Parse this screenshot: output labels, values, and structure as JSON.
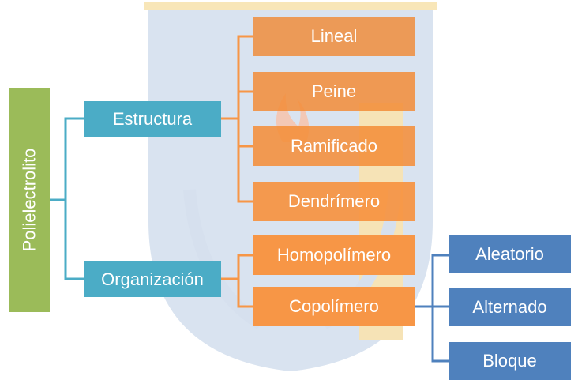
{
  "colors": {
    "root": "#9bbb59",
    "level1": "#4bacc6",
    "level2": "#f79646",
    "level3": "#4f81bd",
    "watermark_blue": "#d4dfee",
    "watermark_gold": "#f7e3b4",
    "watermark_red": "#f4c9b8"
  },
  "diagram": {
    "root": {
      "label": "Polielectrolito"
    },
    "estructura": {
      "label": "Estructura",
      "children": [
        "Lineal",
        "Peine",
        "Ramificado",
        "Dendrímero"
      ]
    },
    "organizacion": {
      "label": "Organización",
      "children": [
        "Homopolímero",
        "Copolímero"
      ]
    },
    "copolimero_types": [
      "Aleatorio",
      "Alternado",
      "Bloque"
    ]
  }
}
